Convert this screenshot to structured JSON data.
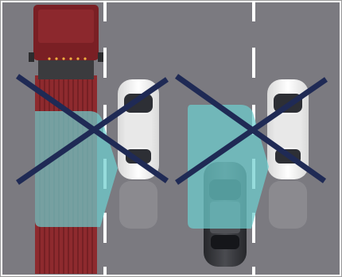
{
  "illustration": {
    "name": "lane-change-blind-spot-warning-illustration",
    "colors": {
      "road": "#7b7a80",
      "lane_marking": "#ffffff",
      "truck_cab": "#7a1f24",
      "truck_trailer": "#8e2a2e",
      "sensor_zone": "#6dcfcf",
      "cross_mark": "#1f2a55",
      "white_car": "#f2f2f2",
      "dark_car": "#3a3b40",
      "frame": "#9a9a9a"
    },
    "scenes": [
      {
        "name": "scene-left",
        "subjects": [
          "truck",
          "white-car"
        ],
        "marked_incorrect": true
      },
      {
        "name": "scene-right",
        "subjects": [
          "dark-car",
          "white-car"
        ],
        "marked_incorrect": true
      }
    ]
  }
}
